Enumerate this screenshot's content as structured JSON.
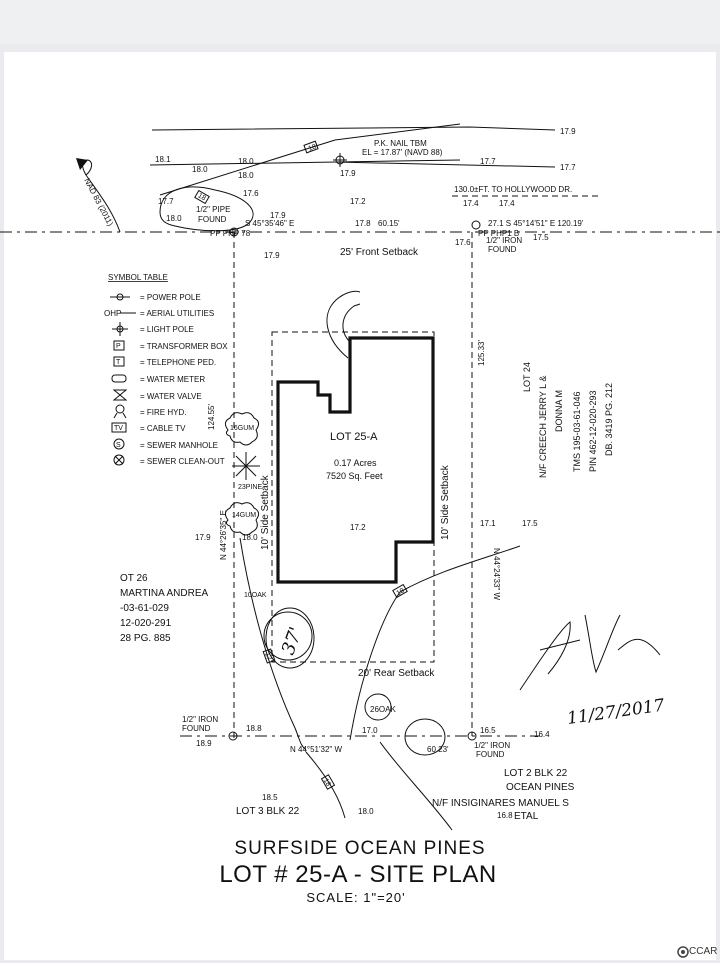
{
  "title": {
    "line1": "SURFSIDE OCEAN PINES",
    "line2": "LOT # 25-A  -  SITE PLAN",
    "scale": "SCALE: 1\"=20'"
  },
  "tbm": {
    "line1": "P.K. NAIL TBM",
    "line2": "EL = 17.87' (NAVD 88)"
  },
  "north": "NAD 83 (2011)",
  "distance_note": "130.0±FT. TO HOLLYWOOD DR.",
  "bearings": {
    "top_left": "S 45°35'46\" E",
    "top_mid": "60.15'",
    "top_right": "27.1  S 45°14'51\" E   120.19'",
    "left": "N 44°26'35\" E",
    "left_len": "124.55'",
    "right": "N 44°24'33\" W",
    "right_len": "125.33'",
    "bottom": "N 44°51'32\" W",
    "bottom_len": "60.23'"
  },
  "setbacks": {
    "front": "25' Front Setback",
    "rear": "20' Rear Setback",
    "side_left": "10' Side Setback",
    "side_right": "10' Side Setback"
  },
  "lot": {
    "name": "LOT 25-A",
    "acres": "0.17 Acres",
    "sqft": "7520 Sq. Feet",
    "center_elev": "17.2"
  },
  "symbol_table": {
    "title": "SYMBOL TABLE",
    "items": [
      {
        "key": "pole",
        "label": "= POWER POLE"
      },
      {
        "key": "ohp",
        "label": "= AERIAL UTILITIES",
        "prefix": "OHP"
      },
      {
        "key": "light",
        "label": "= LIGHT POLE"
      },
      {
        "key": "P",
        "label": "= TRANSFORMER BOX"
      },
      {
        "key": "T",
        "label": "= TELEPHONE PED."
      },
      {
        "key": "meter",
        "label": "= WATER METER"
      },
      {
        "key": "valve",
        "label": "= WATER VALVE"
      },
      {
        "key": "hyd",
        "label": "= FIRE HYD."
      },
      {
        "key": "TV",
        "label": "= CABLE TV"
      },
      {
        "key": "S",
        "label": "= SEWER MANHOLE"
      },
      {
        "key": "clean",
        "label": "= SEWER CLEAN-OUT"
      }
    ]
  },
  "adjoiners": {
    "lot24": [
      "LOT 24",
      "N/F CREECH JERRY L &",
      "DONNA M",
      "TMS 195-03-61-046",
      "PIN 462-12-020-293",
      "DB. 3419 PG. 212"
    ],
    "lot26": [
      "OT 26",
      "MARTINA ANDREA",
      "-03-61-029",
      "12-020-291",
      "28 PG. 885"
    ],
    "lot2": [
      "LOT 2 BLK 22",
      "OCEAN PINES"
    ],
    "lot3": "LOT 3 BLK 22",
    "insig": [
      "N/F INSIGINARES MANUEL S",
      "ETAL"
    ]
  },
  "found": {
    "pipe": [
      "1/2\" PIPE",
      "FOUND"
    ],
    "iron_right": [
      "1/2\" IRON",
      "FOUND"
    ],
    "iron_bl": [
      "1/2\" IRON",
      "FOUND"
    ],
    "iron_br": [
      "1/2\" IRON",
      "FOUND"
    ],
    "pp_left": "PP  PHP 78",
    "pp_right": "PP  PHP1 B"
  },
  "trees": {
    "gum1": "16GUM",
    "pine23": "23PINE",
    "gum2": "14GUM",
    "oak1": "10OAK",
    "oak2": "26OAK"
  },
  "elevations": {
    "e181": "18.1",
    "e180a": "18.0",
    "e180b": "18.0",
    "e180c": "18.0",
    "e179a": "17.9",
    "e179b": "17.9",
    "e179c": "17.9",
    "e177a": "17.7",
    "e177b": "17.7",
    "e177c": "17.7",
    "e176a": "17.6",
    "e172": "17.2",
    "e174a": "17.4",
    "e174b": "17.4",
    "e178": "17.8",
    "e176b": "17.6",
    "e175a": "17.5",
    "e179d": "17.9",
    "e179e": "17.9",
    "e180d": "18.0",
    "e171": "17.1",
    "e175b": "17.5",
    "e188": "18.8",
    "e189": "18.9",
    "e170": "17.0",
    "e165": "16.5",
    "e164": "16.4",
    "e185": "18.5",
    "e180e": "18.0",
    "e168": "16.8"
  },
  "pole_tags": [
    "18",
    "18",
    "17",
    "18",
    "18"
  ],
  "signature": {
    "name": "Al Nl",
    "date": "11/27/2017",
    "circled": "37'"
  },
  "watermark": "CCAR"
}
